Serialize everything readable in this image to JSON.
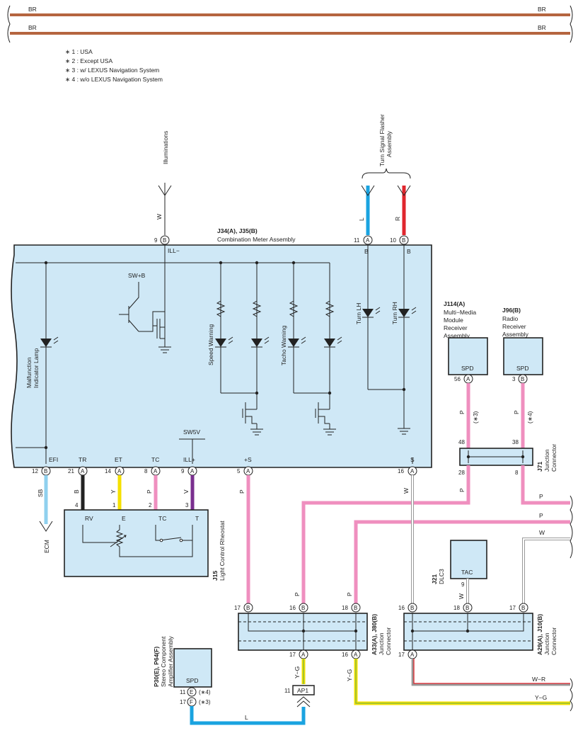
{
  "bus_labels": {
    "br_top_left": "BR",
    "br_top_right": "BR",
    "br_bot_left": "BR",
    "br_bot_right": "BR"
  },
  "notes": [
    "∗ 1 : USA",
    "∗ 2 : Except USA",
    "∗ 3 : w/ LEXUS Navigation System",
    "∗ 4 : w/o LEXUS Navigation System"
  ],
  "illuminations": "Illuminations",
  "turn_signal": {
    "line1": "Turn Signal Flasher",
    "line2": "Assembly"
  },
  "meter": {
    "id": "J34(A), J35(B)",
    "name": "Combination Meter Assembly",
    "ill_minus": "ILL−",
    "swb": "SW+B",
    "mil_line1": "Malfunction",
    "mil_line2": "Indicator Lamp",
    "speed_warning": "Speed Warning",
    "tacho_warning": "Tacho Warning",
    "turn_lh": "Turn LH",
    "turn_rh": "Turn RH",
    "sw5v": "SW5V",
    "b_left": "B",
    "b_right": "B",
    "pins_bottom": [
      "EFI",
      "TR",
      "ET",
      "TC",
      "ILL+",
      "+S",
      "S"
    ]
  },
  "wire_colors": {
    "w": "W",
    "l": "L",
    "r": "R",
    "sb": "SB",
    "b": "B",
    "y": "Y",
    "p": "P",
    "v": "V",
    "yg": "Y−G",
    "wr": "W−R"
  },
  "pin_labels": {
    "ill_minus": "9",
    "turn_lh": "11",
    "turn_rh": "10",
    "efi": "12",
    "tr": "21",
    "et": "14",
    "tc": "8",
    "illp": "9",
    "plus_s": "5",
    "s": "16",
    "j114": "56",
    "j96": "3",
    "j71_l_top": "48",
    "j71_r_top": "38",
    "j71_l_bot": "28",
    "j71_r_bot": "8",
    "rh_rv": "4",
    "rh_e": "1",
    "rh_tc": "2",
    "rh_t": "3",
    "a33_17": "17",
    "a33_16": "16",
    "a33_18": "18",
    "a33_b17": "17",
    "a33_b16": "16",
    "a29_16": "16",
    "a29_18": "18",
    "a29_17": "17",
    "a29_b17": "17",
    "dlc_9": "9",
    "p30_11": "11",
    "p30_17": "17",
    "ap1_11": "11"
  },
  "connector_letters": {
    "a": "A",
    "b": "B",
    "e": "E",
    "f": "F"
  },
  "ecm": "ECM",
  "rheostat": {
    "id": "J15",
    "name": "Light Control Rheostat",
    "rv": "RV",
    "e": "E",
    "tc": "TC",
    "t": "T"
  },
  "j114": {
    "id": "J114(A)",
    "line1": "Multi−Media",
    "line2": "Module",
    "line3": "Receiver",
    "line4": "Assembly",
    "pin": "SPD",
    "note": "(∗3)"
  },
  "j96": {
    "id": "J96(B)",
    "line1": "Radio",
    "line2": "Receiver",
    "line3": "Assembly",
    "pin": "SPD",
    "note": "(∗4)"
  },
  "j71": {
    "id": "J71",
    "line1": "Junction",
    "line2": "Connector"
  },
  "a33": {
    "id": "A33(A), J80(B)",
    "line1": "Junction",
    "line2": "Connector"
  },
  "a29": {
    "id": "A29(A), J10(B)",
    "line1": "Junction",
    "line2": "Connector"
  },
  "dlc": {
    "id": "J21",
    "name": "DLC3",
    "pin": "TAC"
  },
  "p30": {
    "id": "P30(E), P64(F)",
    "line1": "Stereo Component",
    "line2": "Amplifier Assembly",
    "pin": "SPD",
    "note4": "(∗4)",
    "note3": "(∗3)"
  },
  "ap1": "AP1",
  "colors": {
    "brown": "#b5653f",
    "pink": "#ef8fbf",
    "blue": "#1aa3e0",
    "red": "#e0262d",
    "yellow": "#f5e000",
    "purple": "#7a2f8f",
    "lightblue": "#8fd0ee",
    "panel": "#cfe8f6",
    "green": "#7ab648"
  }
}
